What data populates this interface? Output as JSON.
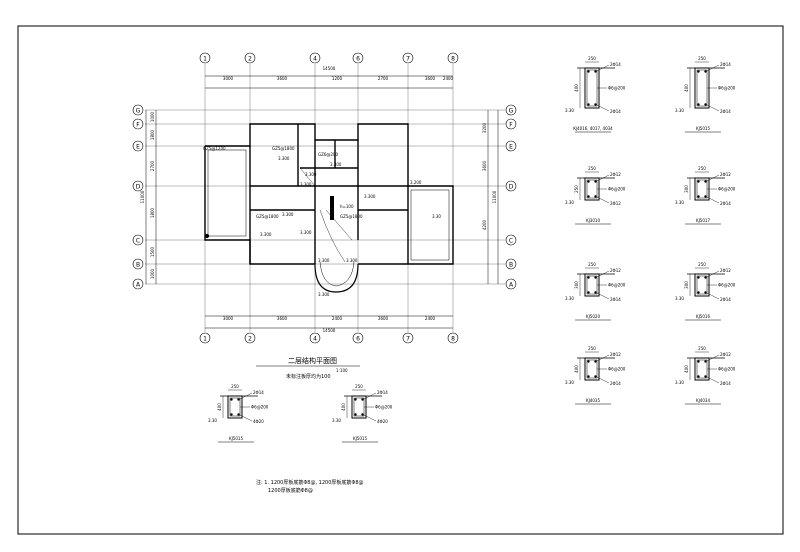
{
  "plan": {
    "title": "二层结构平面图",
    "scale": "1:100",
    "subtitle": "未标注板厚均为100",
    "col_axes": [
      "1",
      "2",
      "4",
      "6",
      "7",
      "8"
    ],
    "row_axes": [
      "G",
      "F",
      "E",
      "D",
      "C",
      "B",
      "A"
    ],
    "top_dims": [
      "3000",
      "3600",
      "1200",
      "2700",
      "3600",
      "2400"
    ],
    "top_total": "14500",
    "bottom_dims": [
      "3000",
      "3600",
      "2400",
      "3600",
      "2400"
    ],
    "bottom_total": "14500",
    "left_dims": [
      "1000",
      "1800",
      "2700",
      "1800",
      "1500",
      "1000"
    ],
    "left_total": "11000",
    "right_dims": [
      "3200",
      "3600",
      "4200"
    ],
    "right_total": "11000",
    "labels": {
      "l1": "GZ5@1200",
      "l2": "GZ5@1800",
      "l3": "3.300",
      "l4": "GZ6@200",
      "l5": "3.300",
      "l6": "3.300",
      "l7": "GZ5@1800",
      "l8": "3.300",
      "l9": "3.300",
      "l10": "GZ5@1800",
      "l11": "h=100",
      "l12": "3.200",
      "l13": "3.300",
      "l14": "3.300",
      "l15": "3.300",
      "l16": "3.300",
      "l17": "3.300",
      "l18": "3.30",
      "l19": "3.300"
    }
  },
  "details": [
    {
      "name": "KJ4016, 4017, 4034",
      "d1": "250",
      "d2": "2Φ14",
      "d3": "Φ6@200",
      "d4": "2Φ14",
      "h": "400",
      "lvl": "3.30"
    },
    {
      "name": "KJ5015",
      "d1": "250",
      "d2": "2Φ14",
      "d3": "Φ6@200",
      "d4": "2Φ14",
      "h": "400",
      "lvl": "3.30"
    },
    {
      "name": "KJ3010",
      "d1": "250",
      "d2": "2Φ12",
      "d3": "Φ6@200",
      "d4": "2Φ12",
      "h": "250",
      "lvl": "3.30"
    },
    {
      "name": "KJ5017",
      "d1": "250",
      "d2": "2Φ12",
      "d3": "Φ6@200",
      "d4": "2Φ14",
      "h": "300",
      "lvl": "3.30"
    },
    {
      "name": "KJ5020",
      "d1": "250",
      "d2": "2Φ12",
      "d3": "Φ6@200",
      "d4": "2Φ14",
      "h": "300",
      "lvl": "3.30"
    },
    {
      "name": "KJ5016",
      "d1": "250",
      "d2": "2Φ12",
      "d3": "Φ6@200",
      "d4": "2Φ14",
      "h": "300",
      "lvl": "3.30"
    },
    {
      "name": "KJ4035",
      "d1": "250",
      "d2": "2Φ12",
      "d3": "Φ6@200",
      "d4": "2Φ14",
      "h": "400",
      "lvl": "3.30"
    },
    {
      "name": "KJ4034",
      "d1": "250",
      "d2": "2Φ12",
      "d3": "Φ6@200",
      "d4": "2Φ14",
      "h": "400",
      "lvl": "3.30"
    },
    {
      "name": "KJ5015",
      "d1": "250",
      "d2": "2Φ14",
      "d3": "Φ6@200",
      "d4": "4Φ20",
      "h": "400",
      "lvl": "3.30"
    },
    {
      "name": "KJ5015",
      "d1": "250",
      "d2": "2Φ14",
      "d3": "Φ6@200",
      "d4": "4Φ20",
      "h": "400",
      "lvl": "3.30"
    }
  ],
  "notes": {
    "line1": "注: 1. 1200厚板底筋Φ8@, 1200厚板底筋Φ8@",
    "line2": "1200厚板底筋Φ8@"
  }
}
